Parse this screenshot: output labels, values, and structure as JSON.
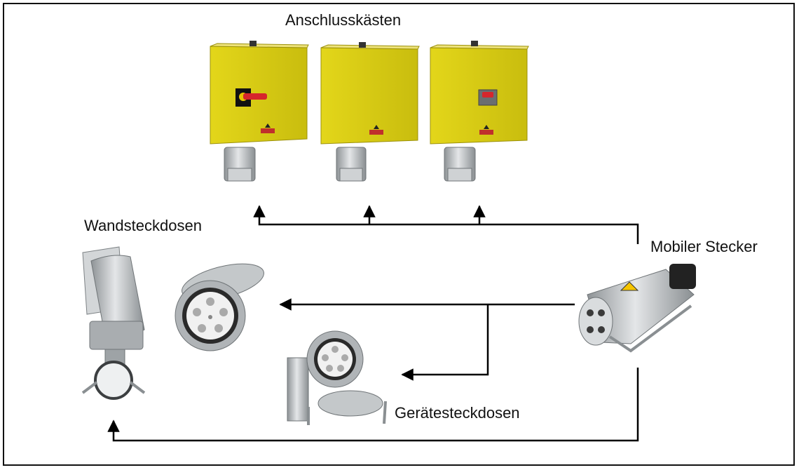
{
  "labels": {
    "top": "Anschlusskästen",
    "left": "Wandsteckdosen",
    "right": "Mobiler Stecker",
    "bottom": "Gerätesteckdosen"
  },
  "colors": {
    "box_yellow": "#d9cc12",
    "box_yellow_dark": "#b3a70a",
    "metal": "#b8bcbf",
    "metal_dark": "#7d8285",
    "switch_red": "#d6262c",
    "line": "#000000"
  },
  "icons": {
    "box": "yellow-junction-box-icon",
    "wall_socket": "wall-socket-icon",
    "device_socket": "device-socket-icon",
    "plug": "mobile-plug-icon"
  }
}
